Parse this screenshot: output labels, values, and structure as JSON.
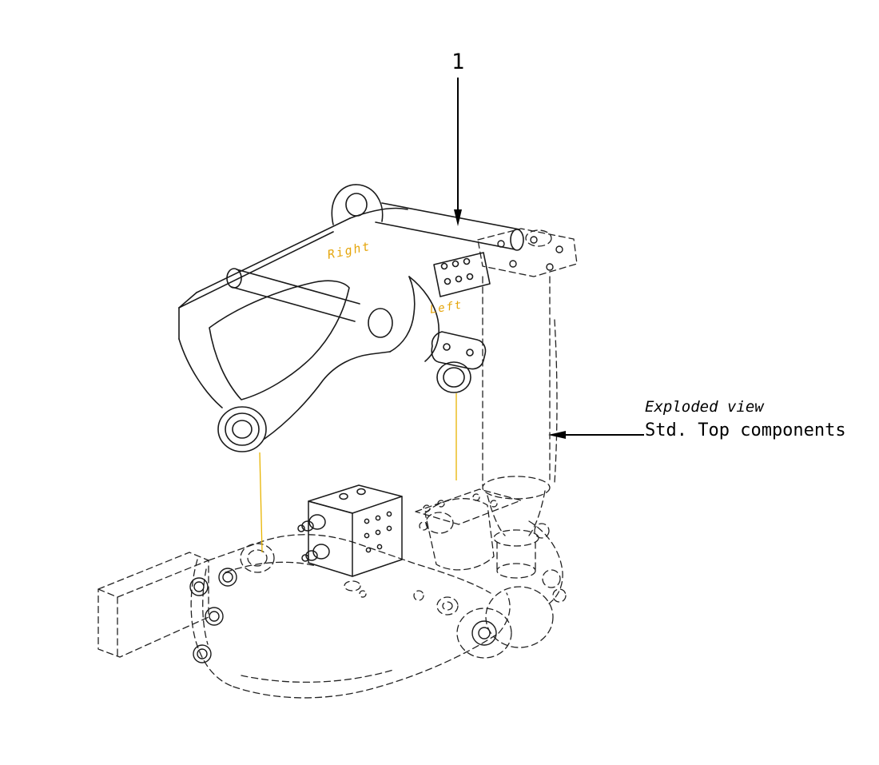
{
  "drawing": {
    "background": "#ffffff",
    "line_color": "#1a1a1a",
    "dashed_line_color": "#222222",
    "leader_line_color": "#e8b400",
    "orientation_label_color": "#e5a50a"
  },
  "callout": {
    "number": "1"
  },
  "orientation_labels": {
    "right": "Right",
    "left": "Left"
  },
  "annotation": {
    "line1": "Exploded view",
    "line2": "Std. Top components"
  }
}
